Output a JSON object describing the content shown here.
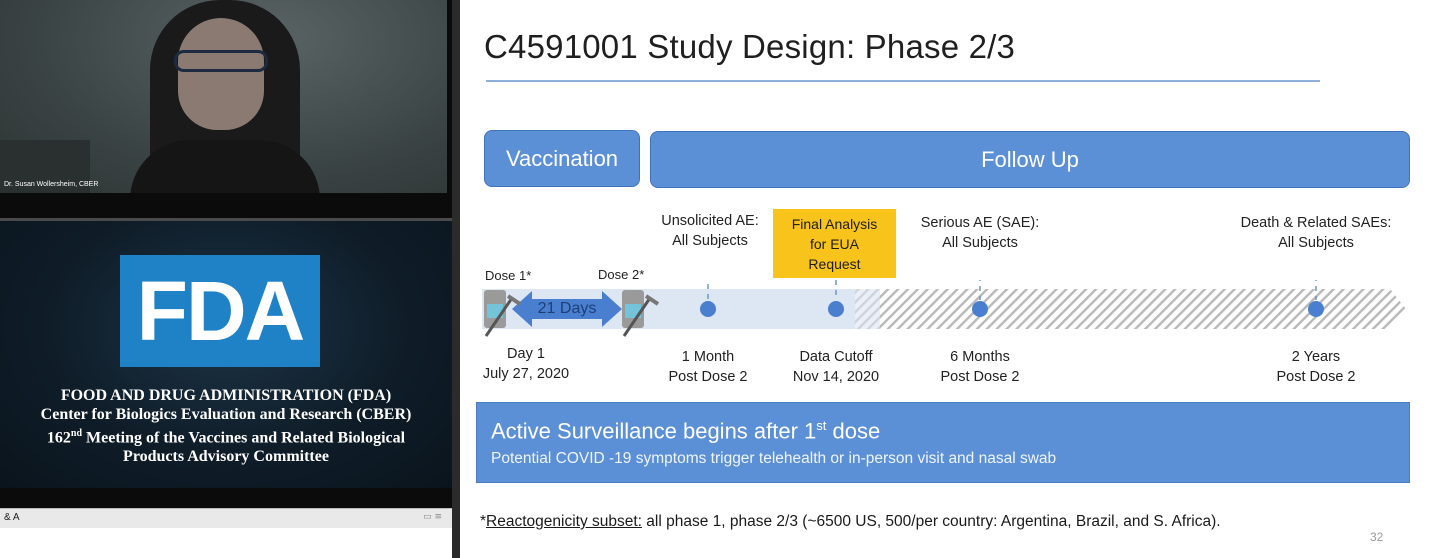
{
  "presenter": {
    "name": "Dr. Susan Wollersheim, CBER"
  },
  "fda_panel": {
    "logo_text": "FDA",
    "line1": "FOOD AND DRUG ADMINISTRATION (FDA)",
    "line2": "Center for Biologics Evaluation and Research (CBER)",
    "line3_num": "162",
    "line3_sup": "nd",
    "line3_rest": " Meeting of the Vaccines and Related Biological",
    "line4": "Products Advisory Committee"
  },
  "qa_bar": {
    "label": "& A",
    "menu_icon": "menu-icon"
  },
  "slide": {
    "title": "C4591001 Study Design: Phase 2/3",
    "vaccination": "Vaccination",
    "follow_up": "Follow Up",
    "dose1": "Dose 1*",
    "dose2": "Dose 2*",
    "interval": "21 Days",
    "top_labels": {
      "unsolicited_l1": "Unsolicited AE:",
      "unsolicited_l2": "All Subjects",
      "final_l1": "Final Analysis",
      "final_l2": "for EUA",
      "final_l3": "Request",
      "sae_l1": "Serious AE (SAE):",
      "sae_l2": "All Subjects",
      "death_l1": "Death & Related SAEs:",
      "death_l2": "All Subjects"
    },
    "bottom_labels": {
      "day1_l1": "Day 1",
      "day1_l2": "July 27, 2020",
      "m1_l1": "1 Month",
      "m1_l2": "Post Dose 2",
      "cutoff_l1": "Data Cutoff",
      "cutoff_l2": "Nov 14, 2020",
      "m6_l1": "6 Months",
      "m6_l2": "Post Dose 2",
      "y2_l1": "2 Years",
      "y2_l2": "Post Dose 2"
    },
    "surveillance_title": "Active Surveillance begins after 1",
    "surveillance_sup": "st",
    "surveillance_title_end": " dose",
    "surveillance_sub": "Potential COVID -19 symptoms trigger telehealth or in-person visit and nasal swab",
    "footnote_star": "*",
    "footnote_underlined": "Reactogenicity subset:",
    "footnote_rest": " all phase 1, phase 2/3 (~6500 US, 500/per country: Argentina, Brazil, and S. Africa).",
    "page_number": "32"
  },
  "colors": {
    "box_blue": "#5b8fd6",
    "highlight_yellow": "#f8c31a",
    "arrow_blue": "#4a7fd0",
    "fda_blue": "#1f82c7"
  }
}
